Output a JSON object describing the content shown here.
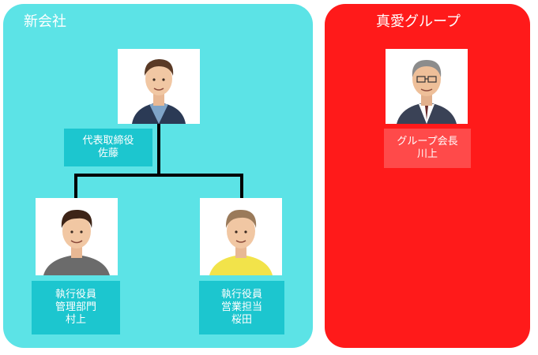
{
  "panels": {
    "new_company": {
      "title": "新会社",
      "color": "#5ce3e6"
    },
    "group": {
      "title": "真愛グループ",
      "color": "#ff1a1a"
    }
  },
  "people": {
    "ceo": {
      "title": "代表取締役",
      "name": "佐藤",
      "icon": "person-portrait-navy-shirt"
    },
    "exec_admin": {
      "title": "執行役員",
      "dept": "管理部門",
      "name": "村上",
      "icon": "person-portrait-gray-shirt"
    },
    "exec_sales": {
      "title": "執行役員",
      "dept": "営業担当",
      "name": "桜田",
      "icon": "person-portrait-yellow-shirt"
    },
    "chairman": {
      "title": "グループ会長",
      "name": "川上",
      "icon": "person-portrait-senior-suit"
    }
  },
  "colors": {
    "label_teal": "#1cc6cf",
    "label_red": "#ff4a4a",
    "connector": "#000000"
  }
}
